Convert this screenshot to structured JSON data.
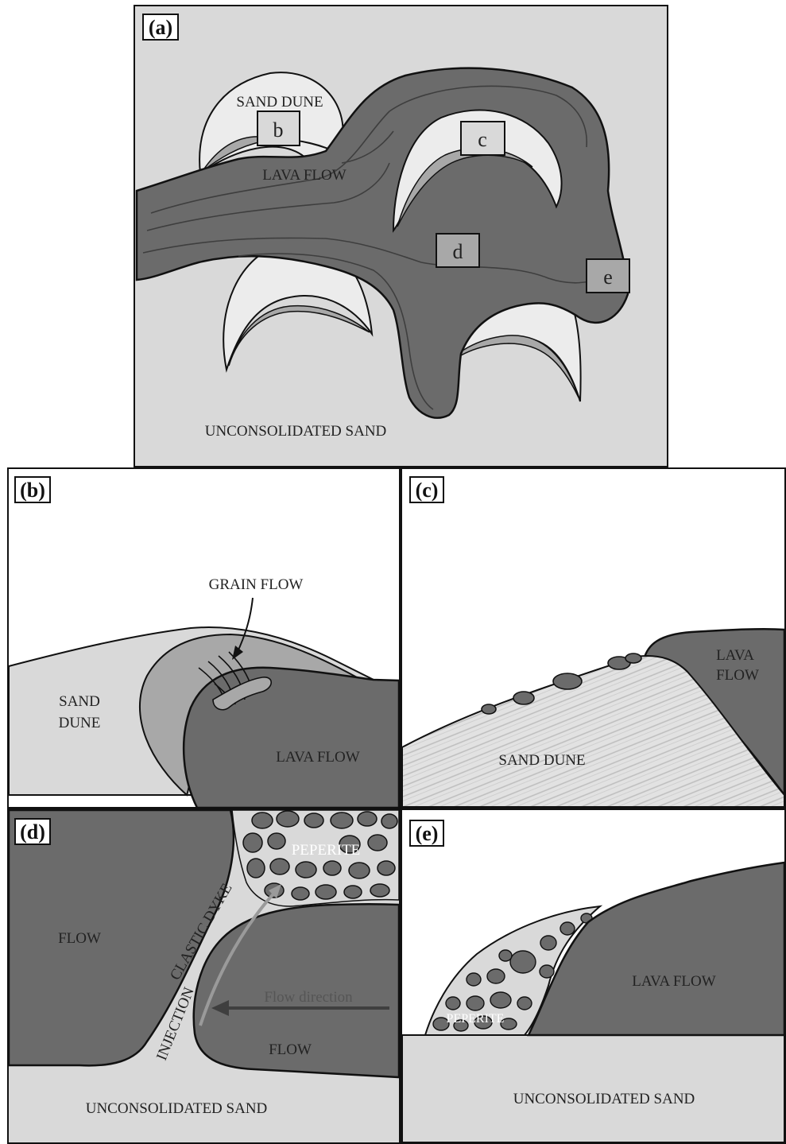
{
  "panels": {
    "a": {
      "tag": "(a)",
      "sand_dune": "SAND DUNE",
      "lava_flow": "LAVA FLOW",
      "unconsolidated_sand": "UNCONSOLIDATED SAND",
      "boxes": [
        "b",
        "c",
        "d",
        "e"
      ]
    },
    "b": {
      "tag": "(b)",
      "grain_flow": "GRAIN FLOW",
      "sand_dune_line1": "SAND",
      "sand_dune_line2": "DUNE",
      "lava_flow": "LAVA FLOW"
    },
    "c": {
      "tag": "(c)",
      "lava_line1": "LAVA",
      "lava_line2": "FLOW",
      "sand_dune": "SAND DUNE"
    },
    "d": {
      "tag": "(d)",
      "flow_top": "FLOW",
      "flow_bottom": "FLOW",
      "peperite": "PEPERITE",
      "clastic_dyke": "CLASTIC DYKE",
      "injection": "INJECTION",
      "flow_direction": "Flow direction",
      "unconsolidated_sand": "UNCONSOLIDATED SAND"
    },
    "e": {
      "tag": "(e)",
      "lava_flow": "LAVA FLOW",
      "peperite": "PEPERITE",
      "unconsolidated_sand": "UNCONSOLIDATED SAND"
    }
  },
  "colors": {
    "lava": "#6b6b6b",
    "sand": "#d9d9d9",
    "dune_shade": "#a8a8a8",
    "white": "#ffffff",
    "outline": "#111111",
    "arrow_gray": "#9a9a9a"
  }
}
